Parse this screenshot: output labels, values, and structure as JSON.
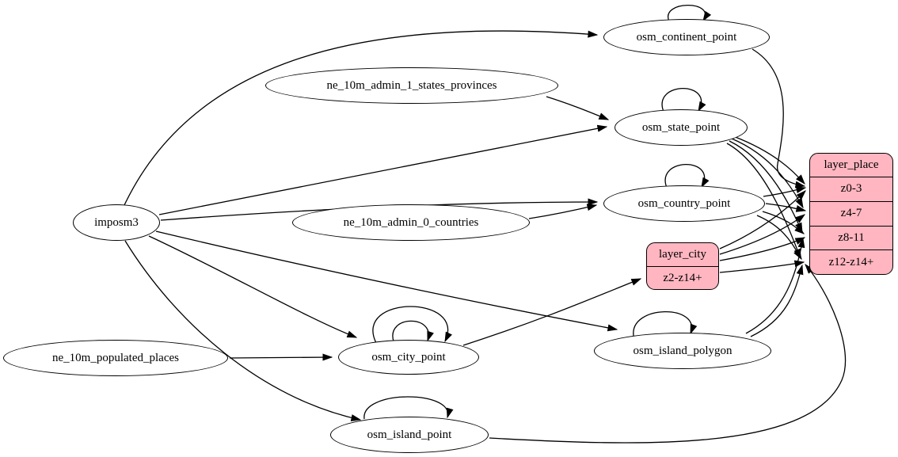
{
  "colors": {
    "background": "#ffffff",
    "node_fill": "#ffffff",
    "record_fill": "#ffb6c1",
    "stroke": "#000000"
  },
  "nodes": {
    "imposm3": {
      "label": "imposm3"
    },
    "ne_10m_admin_1_states_provinces": {
      "label": "ne_10m_admin_1_states_provinces"
    },
    "ne_10m_admin_0_countries": {
      "label": "ne_10m_admin_0_countries"
    },
    "ne_10m_populated_places": {
      "label": "ne_10m_populated_places"
    },
    "osm_continent_point": {
      "label": "osm_continent_point"
    },
    "osm_state_point": {
      "label": "osm_state_point"
    },
    "osm_country_point": {
      "label": "osm_country_point"
    },
    "osm_city_point": {
      "label": "osm_city_point"
    },
    "osm_island_polygon": {
      "label": "osm_island_polygon"
    },
    "osm_island_point": {
      "label": "osm_island_point"
    },
    "layer_city": {
      "title": "layer_city",
      "rows": [
        "z2-z14+"
      ]
    },
    "layer_place": {
      "title": "layer_place",
      "rows": [
        "z0-3",
        "z4-7",
        "z8-11",
        "z12-z14+"
      ]
    }
  },
  "edges": [
    {
      "from": "imposm3",
      "to": "osm_continent_point"
    },
    {
      "from": "imposm3",
      "to": "osm_state_point"
    },
    {
      "from": "imposm3",
      "to": "osm_country_point"
    },
    {
      "from": "imposm3",
      "to": "osm_city_point"
    },
    {
      "from": "imposm3",
      "to": "osm_island_polygon"
    },
    {
      "from": "imposm3",
      "to": "osm_island_point"
    },
    {
      "from": "ne_10m_admin_1_states_provinces",
      "to": "osm_state_point"
    },
    {
      "from": "ne_10m_admin_0_countries",
      "to": "osm_country_point"
    },
    {
      "from": "ne_10m_populated_places",
      "to": "osm_city_point"
    },
    {
      "from": "osm_continent_point",
      "to": "osm_continent_point"
    },
    {
      "from": "osm_state_point",
      "to": "osm_state_point"
    },
    {
      "from": "osm_country_point",
      "to": "osm_country_point"
    },
    {
      "from": "osm_city_point",
      "to": "osm_city_point"
    },
    {
      "from": "osm_city_point",
      "to": "osm_city_point"
    },
    {
      "from": "osm_island_polygon",
      "to": "osm_island_polygon"
    },
    {
      "from": "osm_island_point",
      "to": "osm_island_point"
    },
    {
      "from": "osm_continent_point",
      "to": "layer_place:z0-3"
    },
    {
      "from": "osm_state_point",
      "to": "layer_place:z0-3"
    },
    {
      "from": "osm_state_point",
      "to": "layer_place:z4-7"
    },
    {
      "from": "osm_state_point",
      "to": "layer_place:z8-11"
    },
    {
      "from": "osm_state_point",
      "to": "layer_place:z12-z14+"
    },
    {
      "from": "osm_country_point",
      "to": "layer_place:z0-3"
    },
    {
      "from": "osm_country_point",
      "to": "layer_place:z4-7"
    },
    {
      "from": "osm_country_point",
      "to": "layer_place:z8-11"
    },
    {
      "from": "osm_country_point",
      "to": "layer_place:z12-z14+"
    },
    {
      "from": "osm_city_point",
      "to": "layer_city:z2-z14+"
    },
    {
      "from": "layer_city",
      "to": "layer_place:z0-3"
    },
    {
      "from": "layer_city",
      "to": "layer_place:z4-7"
    },
    {
      "from": "layer_city",
      "to": "layer_place:z8-11"
    },
    {
      "from": "layer_city",
      "to": "layer_place:z12-z14+"
    },
    {
      "from": "osm_island_polygon",
      "to": "layer_place:z8-11"
    },
    {
      "from": "osm_island_polygon",
      "to": "layer_place:z12-z14+"
    },
    {
      "from": "osm_island_point",
      "to": "layer_place:z12-z14+"
    }
  ]
}
